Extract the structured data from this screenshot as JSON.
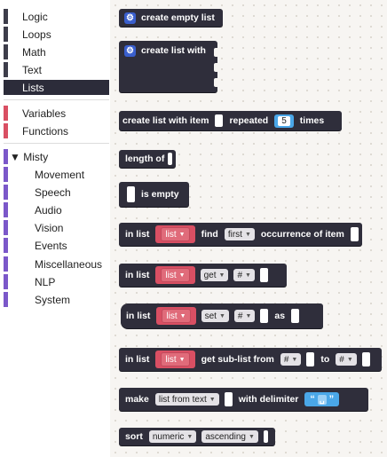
{
  "toolbox": {
    "categories": [
      {
        "label": "Logic",
        "color": "#5c5c6e"
      },
      {
        "label": "Loops",
        "color": "#5c5c6e"
      },
      {
        "label": "Math",
        "color": "#5c5c6e"
      },
      {
        "label": "Text",
        "color": "#5c5c6e"
      },
      {
        "label": "Lists",
        "color": "#5c5c6e"
      },
      {
        "label": "Variables",
        "color": "#d94f63"
      },
      {
        "label": "Functions",
        "color": "#d94f63"
      },
      {
        "label": "▼ Misty",
        "color": "#7b58c9"
      },
      {
        "label": "Movement",
        "color": "#7b58c9"
      },
      {
        "label": "Speech",
        "color": "#7b58c9"
      },
      {
        "label": "Audio",
        "color": "#7b58c9"
      },
      {
        "label": "Vision",
        "color": "#7b58c9"
      },
      {
        "label": "Events",
        "color": "#7b58c9"
      },
      {
        "label": "Miscellaneous",
        "color": "#7b58c9"
      },
      {
        "label": "NLP",
        "color": "#7b58c9"
      },
      {
        "label": "System",
        "color": "#7b58c9"
      }
    ],
    "selected": "Lists"
  },
  "blocks": {
    "b1": {
      "text": "create empty list",
      "icon": "gear-icon"
    },
    "b2": {
      "text": "create list with",
      "icon": "gear-icon"
    },
    "b3": {
      "a": "create list with item",
      "b": "repeated",
      "num": "5",
      "c": "times"
    },
    "b4": {
      "text": "length of"
    },
    "b5": {
      "text": "is empty"
    },
    "b6": {
      "a": "in list",
      "var": "list",
      "b": "find",
      "dd": "first",
      "c": "occurrence of item"
    },
    "b7": {
      "a": "in list",
      "var": "list",
      "dd": "get",
      "dd2": "#"
    },
    "b8": {
      "a": "in list",
      "var": "list",
      "dd": "set",
      "dd2": "#",
      "b": "as"
    },
    "b9": {
      "a": "in list",
      "var": "list",
      "b": "get sub-list from",
      "dd": "#",
      "c": "to",
      "dd2": "#"
    },
    "b10": {
      "a": "make",
      "dd": "list from text",
      "b": "with delimiter",
      "open": "“",
      "close": "”",
      "space": "␣"
    },
    "b11": {
      "a": "sort",
      "dd": "numeric",
      "dd2": "ascending"
    }
  }
}
